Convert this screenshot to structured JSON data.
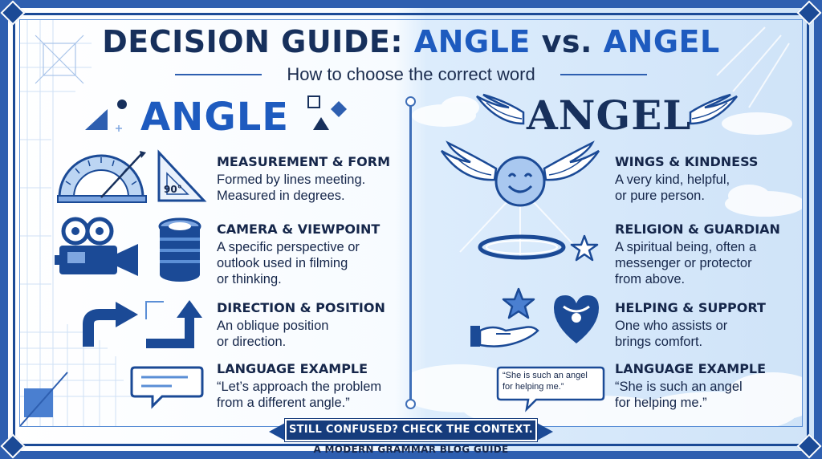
{
  "header": {
    "title_prefix": "DECISION GUIDE:",
    "title_word1": "ANGLE",
    "title_vs": "vs.",
    "title_word2": "ANGEL",
    "subtitle": "How to choose the correct word"
  },
  "angle": {
    "heading": "ANGLE",
    "protractor_label": "90°",
    "sections": [
      {
        "title": "MEASUREMENT & FORM",
        "body": "Formed by lines meeting.\nMeasured in degrees."
      },
      {
        "title": "CAMERA & VIEWPOINT",
        "body": "A specific perspective or\noutlook used in filming\nor thinking."
      },
      {
        "title": "DIRECTION & POSITION",
        "body": "An oblique position\nor direction."
      },
      {
        "title": "LANGUAGE EXAMPLE",
        "body": "“Let’s approach the problem\nfrom a different angle.”"
      }
    ]
  },
  "angel": {
    "heading": "ANGEL",
    "bubble_text": "“She is such an angel\nfor helping me.”",
    "sections": [
      {
        "title": "WINGS & KINDNESS",
        "body": "A very kind, helpful,\nor pure person."
      },
      {
        "title": "RELIGION & GUARDIAN",
        "body": "A spiritual being, often a\nmessenger or protector\nfrom above."
      },
      {
        "title": "HELPING & SUPPORT",
        "body": "One who assists or\nbrings comfort."
      },
      {
        "title": "LANGUAGE EXAMPLE",
        "body": "“She is such an angel\nfor helping me.”"
      }
    ]
  },
  "footer": {
    "banner": "STILL CONFUSED? CHECK THE CONTEXT.",
    "credit": "A MODERN GRAMMAR BLOG GUIDE"
  },
  "colors": {
    "primary": "#1e5bbf",
    "navy": "#17305c",
    "light_blue": "#cfe3f8",
    "frame": "#2e5fb0"
  }
}
